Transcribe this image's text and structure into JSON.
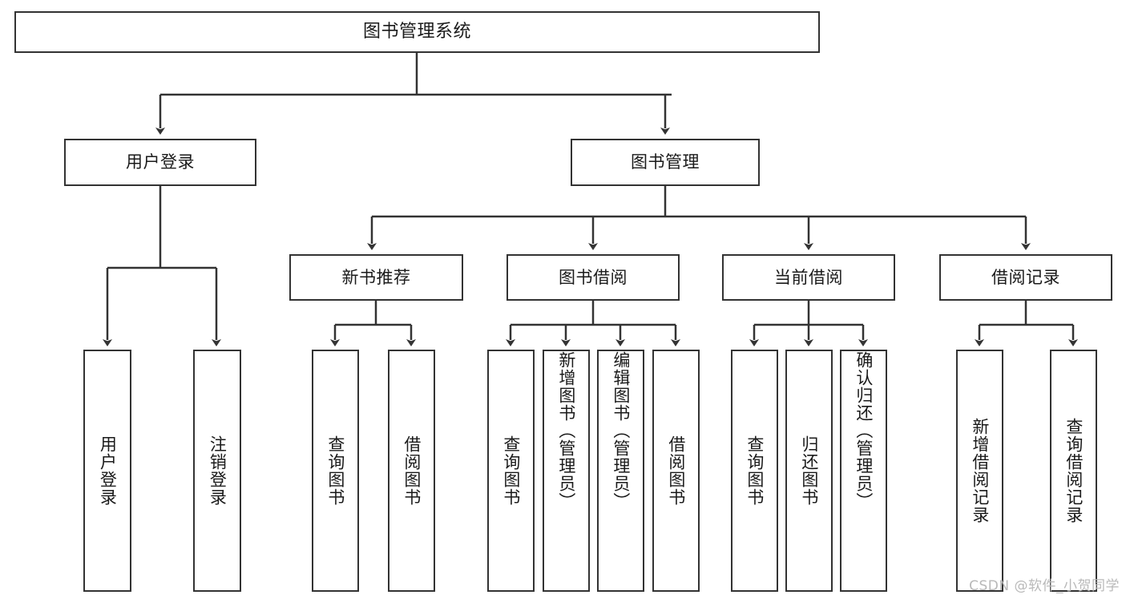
{
  "diagram": {
    "title": "图书管理系统",
    "type": "functional-structure-tree",
    "watermark": "CSDN @软件_小贺同学",
    "colors": {
      "stroke": "#333333",
      "fill": "#ffffff",
      "text": "#1a1a1a",
      "watermark": "#b9b9b9"
    },
    "root": {
      "label": "图书管理系统"
    },
    "level2": [
      {
        "label": "用户登录"
      },
      {
        "label": "图书管理"
      }
    ],
    "level3": [
      {
        "label": "新书推荐"
      },
      {
        "label": "图书借阅"
      },
      {
        "label": "当前借阅"
      },
      {
        "label": "借阅记录"
      }
    ],
    "leaves": {
      "user_login": [
        {
          "label": "用户登录"
        },
        {
          "label": "注销登录"
        }
      ],
      "new_book": [
        {
          "label": "查询图书"
        },
        {
          "label": "借阅图书"
        }
      ],
      "book_borrow": [
        {
          "label": "查询图书"
        },
        {
          "label": "新增图书（管理员）"
        },
        {
          "label": "编辑图书（管理员）"
        },
        {
          "label": "借阅图书"
        }
      ],
      "current_borrow": [
        {
          "label": "查询图书"
        },
        {
          "label": "归还图书"
        },
        {
          "label": "确认归还（管理员）"
        }
      ],
      "borrow_record": [
        {
          "label": "新增借阅记录"
        },
        {
          "label": "查询借阅记录"
        }
      ]
    }
  }
}
